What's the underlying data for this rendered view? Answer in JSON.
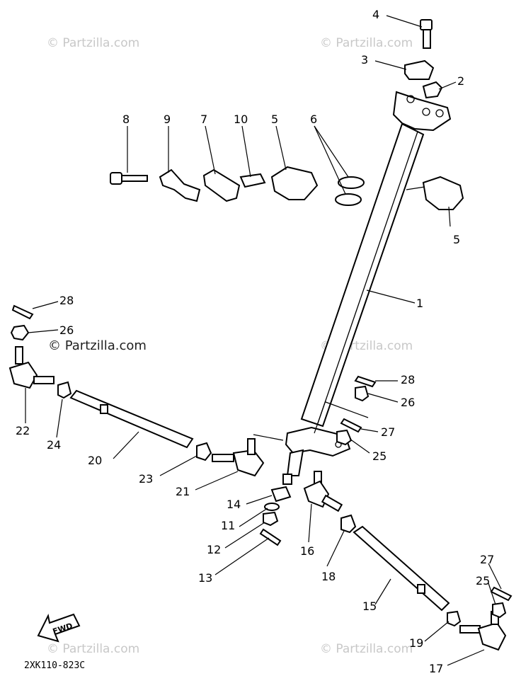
{
  "watermark": {
    "text": "© Partzilla.com"
  },
  "diagram_code": "2XK110-823C",
  "fwd_label": "FWD",
  "callouts": [
    {
      "id": "c4",
      "text": "4"
    },
    {
      "id": "c3",
      "text": "3"
    },
    {
      "id": "c2",
      "text": "2"
    },
    {
      "id": "c8",
      "text": "8"
    },
    {
      "id": "c9",
      "text": "9"
    },
    {
      "id": "c7",
      "text": "7"
    },
    {
      "id": "c10",
      "text": "10"
    },
    {
      "id": "c5a",
      "text": "5"
    },
    {
      "id": "c6",
      "text": "6"
    },
    {
      "id": "c5b",
      "text": "5"
    },
    {
      "id": "c1",
      "text": "1"
    },
    {
      "id": "c28a",
      "text": "28"
    },
    {
      "id": "c26a",
      "text": "26"
    },
    {
      "id": "c28b",
      "text": "28"
    },
    {
      "id": "c26b",
      "text": "26"
    },
    {
      "id": "c27a",
      "text": "27"
    },
    {
      "id": "c25a",
      "text": "25"
    },
    {
      "id": "c22",
      "text": "22"
    },
    {
      "id": "c24",
      "text": "24"
    },
    {
      "id": "c20",
      "text": "20"
    },
    {
      "id": "c23",
      "text": "23"
    },
    {
      "id": "c21",
      "text": "21"
    },
    {
      "id": "c14",
      "text": "14"
    },
    {
      "id": "c11",
      "text": "11"
    },
    {
      "id": "c12",
      "text": "12"
    },
    {
      "id": "c13",
      "text": "13"
    },
    {
      "id": "c16",
      "text": "16"
    },
    {
      "id": "c18",
      "text": "18"
    },
    {
      "id": "c15",
      "text": "15"
    },
    {
      "id": "c27b",
      "text": "27"
    },
    {
      "id": "c25b",
      "text": "25"
    },
    {
      "id": "c19",
      "text": "19"
    },
    {
      "id": "c17",
      "text": "17"
    }
  ]
}
